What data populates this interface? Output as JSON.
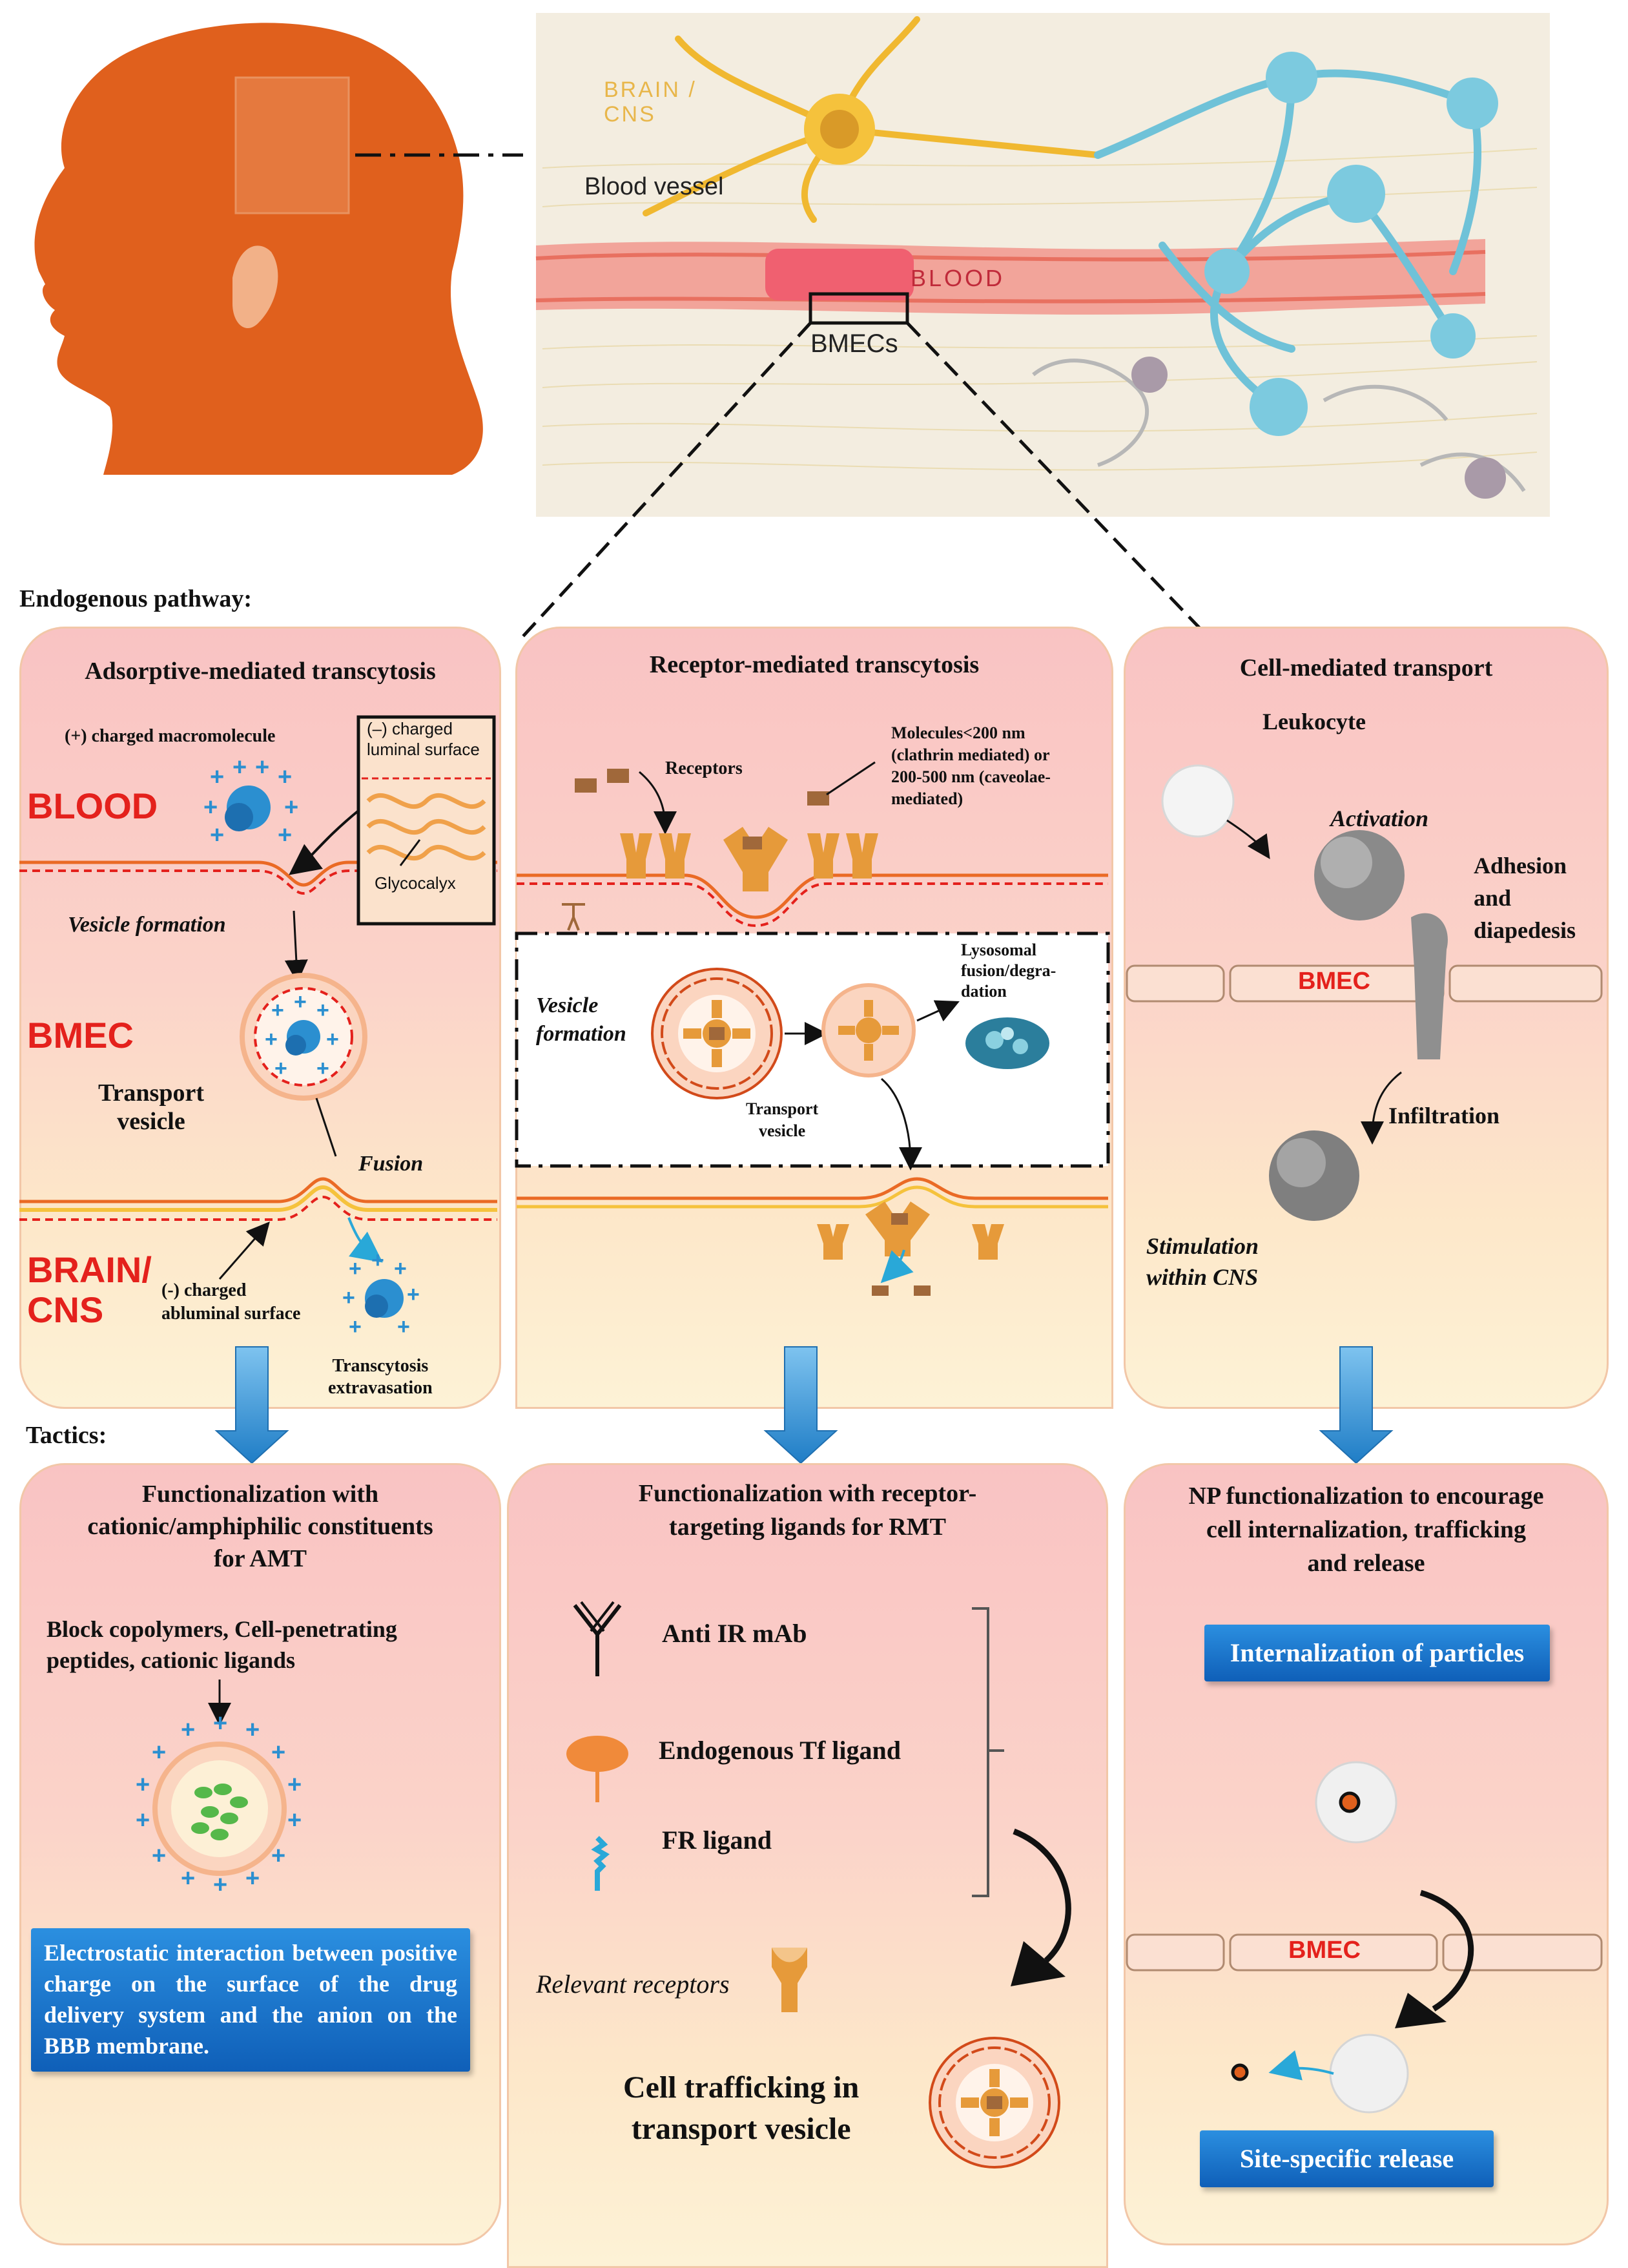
{
  "top_illustration": {
    "brain_cns": "BRAIN /\nCNS",
    "blood_vessel": "Blood vessel",
    "blood": "BLOOD",
    "bmecs": "BMECs"
  },
  "section_labels": {
    "endogenous": "Endogenous pathway:",
    "tactics": "Tactics:"
  },
  "amt": {
    "title": "Adsorptive-mediated transcytosis",
    "pos_macromolecule": "(+) charged macromolecule",
    "neg_luminal": "(–) charged\nluminal surface",
    "glycocalyx": "Glycocalyx",
    "blood": "BLOOD",
    "vesicle_formation": "Vesicle formation",
    "bmec": "BMEC",
    "transport_vesicle": "Transport\nvesicle",
    "fusion": "Fusion",
    "brain_cns": "BRAIN/\nCNS",
    "neg_abluminal": "(-) charged\nabluminal surface",
    "transcytosis": "Transcytosis\nextravasation"
  },
  "rmt": {
    "title": "Receptor-mediated transcytosis",
    "receptors": "Receptors",
    "molecules": "Molecules<200 nm\n(clathrin mediated) or\n200-500 nm (caveolae-\nmediated)",
    "vesicle_formation": "Vesicle\nformation",
    "lysosomal": "Lysosomal\nfusion/degra-\ndation",
    "transport_vesicle": "Transport\nvesicle"
  },
  "cmt": {
    "title": "Cell-mediated transport",
    "leukocyte": "Leukocyte",
    "activation": "Activation",
    "adhesion": "Adhesion\nand\ndiapedesis",
    "bmec": "BMEC",
    "infiltration": "Infiltration",
    "stimulation": "Stimulation\nwithin CNS"
  },
  "tactic_amt": {
    "title": "Functionalization with\ncationic/amphiphilic constituents\nfor AMT",
    "constituents": "Block copolymers, Cell-penetrating\npeptides, cationic ligands",
    "box": "Electrostatic interaction between positive charge on the surface of the drug delivery system and the anion on the BBB membrane."
  },
  "tactic_rmt": {
    "title": "Functionalization with receptor-\ntargeting ligands for RMT",
    "ligands": [
      "Anti IR mAb",
      "Endogenous Tf ligand",
      "FR ligand"
    ],
    "relevant": "Relevant receptors",
    "trafficking": "Cell trafficking in\ntransport vesicle"
  },
  "tactic_cmt": {
    "title": "NP functionalization to encourage\ncell internalization, trafficking\nand release",
    "internalization": "Internalization of particles",
    "bmec": "BMEC",
    "release": "Site-specific release"
  },
  "colors": {
    "head": "#e0601d",
    "panel_top": "#f9c3c3",
    "panel_bottom": "#fdf2d6",
    "accent_red": "#e4211c",
    "arrow_blue": "#2a8ad4",
    "receptor": "#e69a3a"
  }
}
